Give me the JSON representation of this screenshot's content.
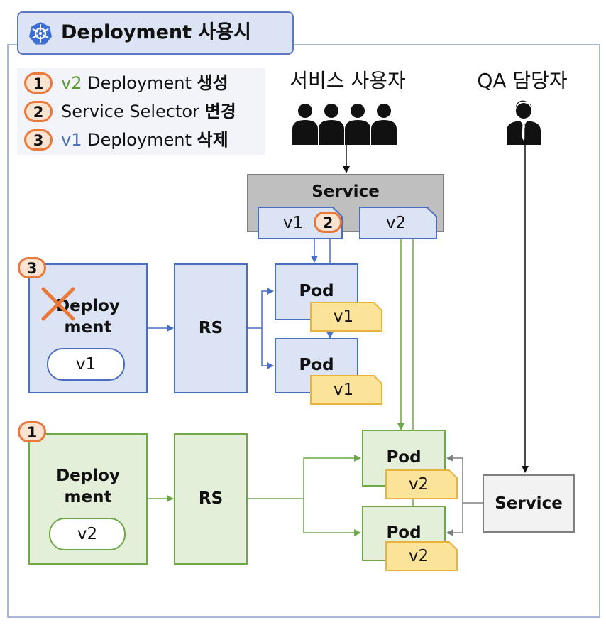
{
  "title": "Deployment 사용시",
  "legend": [
    {
      "num": "1",
      "version": "v2",
      "rest": " Deployment ",
      "bold": "생성"
    },
    {
      "num": "2",
      "version": "",
      "rest": "Service Selector ",
      "bold": "변경"
    },
    {
      "num": "3",
      "version": "v1",
      "rest": " Deployment ",
      "bold": "삭제"
    }
  ],
  "actors": {
    "users_label": "서비스 사용자",
    "qa_label": "QA 담당자"
  },
  "main_service": {
    "label": "Service",
    "selector_v1": "v1",
    "selector_v2": "v2",
    "step_badge": "2"
  },
  "v1_stack": {
    "step_badge": "3",
    "deployment_line1": "Deploy",
    "deployment_line2": "ment",
    "deployment_version": "v1",
    "rs_label": "RS",
    "pod_label": "Pod",
    "pod_tag": "v1"
  },
  "v2_stack": {
    "step_badge": "1",
    "deployment_line1": "Deploy",
    "deployment_line2": "ment",
    "deployment_version": "v2",
    "rs_label": "RS",
    "pod_label": "Pod",
    "pod_tag": "v2"
  },
  "qa_service": {
    "label": "Service"
  },
  "colors": {
    "v1": "#4a6fc0",
    "v2": "#6fa846",
    "badge": "#e9793a",
    "tag": "#fbe39a",
    "service": "#7f7f7f"
  }
}
